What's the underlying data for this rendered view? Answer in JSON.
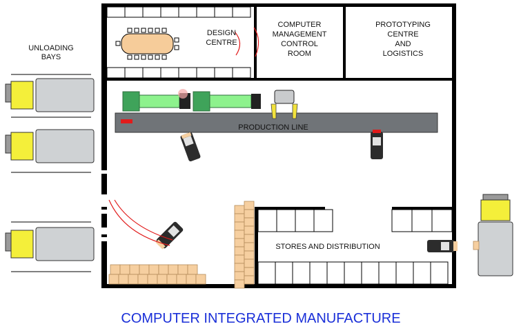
{
  "labels": {
    "unloading_bays": [
      "UNLOADING",
      "BAYS"
    ],
    "design_centre": [
      "DESIGN",
      "CENTRE"
    ],
    "control_room": [
      "COMPUTER",
      "MANAGEMENT",
      "CONTROL",
      "ROOM"
    ],
    "prototyping": [
      "PROTOTYPING",
      "CENTRE",
      "AND",
      "LOGISTICS"
    ],
    "production_line": "PRODUCTION LINE",
    "stores": "STORES AND DISTRIBUTION"
  },
  "title": "COMPUTER INTEGRATED MANUFACTURE",
  "colors": {
    "wall": "#000000",
    "title": "#1a2fd8",
    "truck_cab": "#f4ef3a",
    "truck_box": "#cfd2d4",
    "table": "#f6cc9a",
    "conveyor": "#707478",
    "machine": "#8df28d",
    "machine_dark": "#3fa35a",
    "boxes": "#f6cfa0",
    "accent_red": "#e11b1b",
    "robot_yellow": "#f2e23c"
  }
}
